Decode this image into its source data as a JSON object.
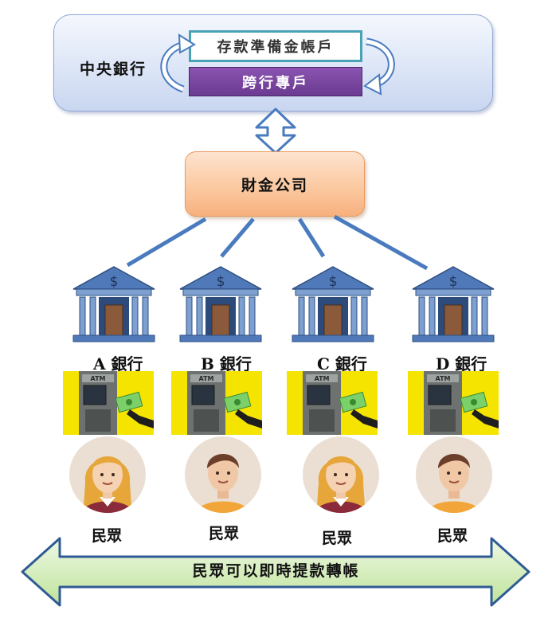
{
  "central_bank": {
    "label": "中央銀行",
    "reserve_account": "存款準備金帳戶",
    "interbank_account": "跨行專戶"
  },
  "fisc": {
    "label": "財金公司"
  },
  "banks": [
    {
      "label": "A 銀行",
      "icon": "bank-building-icon"
    },
    {
      "label": "B 銀行",
      "icon": "bank-building-icon"
    },
    {
      "label": "C 銀行",
      "icon": "bank-building-icon"
    },
    {
      "label": "D 銀行",
      "icon": "bank-building-icon"
    }
  ],
  "atm_icon_text": "ATM",
  "people": [
    {
      "label": "民眾",
      "avatar": "woman"
    },
    {
      "label": "民眾",
      "avatar": "man"
    },
    {
      "label": "民眾",
      "avatar": "woman"
    },
    {
      "label": "民眾",
      "avatar": "man"
    }
  ],
  "bottom_arrow": {
    "label": "民眾可以即時提款轉帳"
  },
  "colors": {
    "panel_border": "#8fa7d6",
    "reserve_border": "#4aa3b4",
    "interbank_fill": "#6b3a91",
    "fisc_fill": "#fbc79d",
    "connector": "#4a7bbf",
    "atm_bg": "#f5e400",
    "bottom_arrow_fill": "#c9e9a8"
  }
}
